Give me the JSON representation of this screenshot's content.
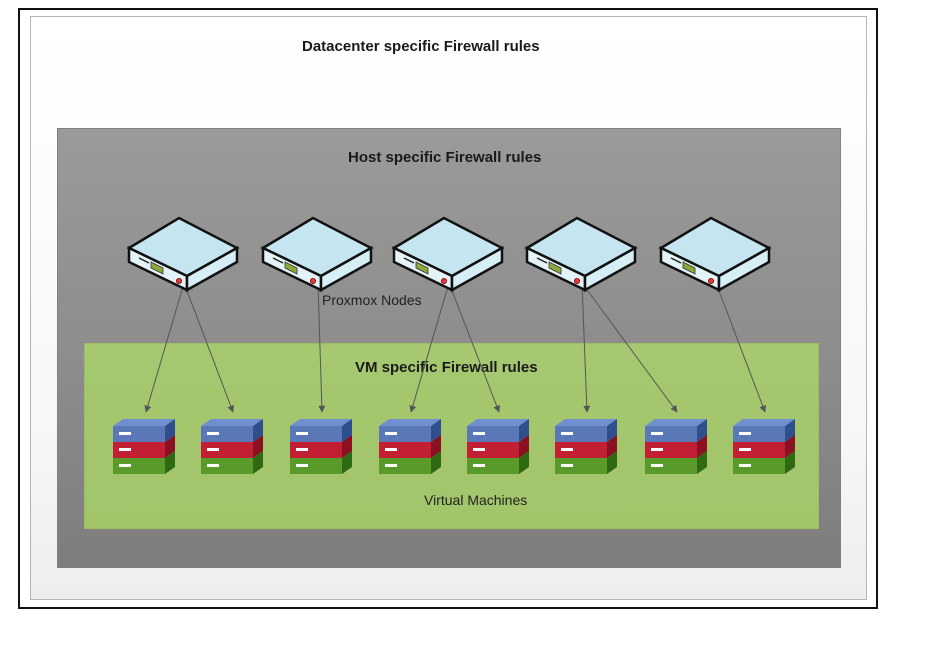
{
  "diagram": {
    "datacenter_title": "Datacenter specific Firewall rules",
    "host_title": "Host specific Firewall rules",
    "vm_title": "VM specific Firewall rules",
    "nodes_label": "Proxmox Nodes",
    "vms_label": "Virtual Machines",
    "node_count": 5,
    "vm_count": 8,
    "connections": [
      [
        1,
        1
      ],
      [
        1,
        2
      ],
      [
        2,
        3
      ],
      [
        3,
        4
      ],
      [
        3,
        5
      ],
      [
        4,
        6
      ],
      [
        4,
        7
      ],
      [
        5,
        8
      ]
    ],
    "colors": {
      "host_zone": "#8c8c8c",
      "vm_zone": "#a3c66b",
      "node_top": "#c5e6f0",
      "vm_top_layer": "#5a78b8",
      "vm_mid_layer": "#c21e34",
      "vm_bottom_layer": "#5a9a2a"
    }
  }
}
